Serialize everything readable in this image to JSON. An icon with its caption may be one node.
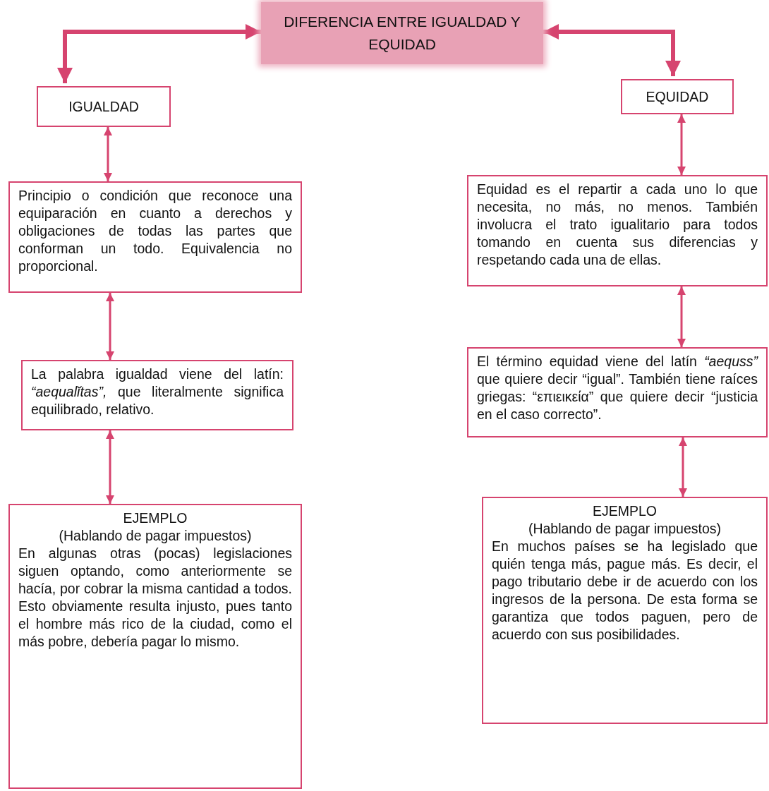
{
  "diagram": {
    "nodes": [
      {
        "text": [
          "DIFERENCIA ENTRE IGUALDAD Y EQUIDAD"
        ]
      },
      {
        "text": [
          "IGUALDAD"
        ]
      },
      {
        "text": [
          "Principio o condición que reconoce una equiparación en cuanto a derechos y obligaciones de todas las partes que conforman un todo. Equivalencia no proporcional."
        ]
      },
      {
        "text": [
          "La palabra igualdad viene del latín: *“aequalĭtas”,* que literalmente significa equilibrado, relativo."
        ]
      },
      {
        "text": [
          "EJEMPLO",
          "(Hablando de pagar impuestos)",
          "En algunas otras (pocas) legislaciones siguen optando, como anteriormente se hacía, por cobrar la misma cantidad a todos. Esto obviamente resulta injusto, pues tanto el hombre más rico de la ciudad, como el más pobre, debería pagar lo mismo."
        ]
      },
      {
        "text": [
          "EQUIDAD"
        ]
      },
      {
        "text": [
          "Equidad es el repartir a cada uno lo que necesita, no más, no menos. También involucra el trato igualitario para todos tomando en cuenta sus diferencias y respetando cada una de ellas."
        ]
      },
      {
        "text": [
          "El término equidad viene del latín *“aequss”* que quiere decir “igual”. También tiene raíces griegas: “επιεικεία” que quiere decir “justicia en el caso correcto”."
        ]
      },
      {
        "text": [
          "EJEMPLO",
          "(Hablando de pagar impuestos)",
          "En muchos países se ha legislado que quién tenga más, pague más. Es decir, el pago tributario debe ir de acuerdo con los ingresos de la persona. De esta forma se garantiza que todos paguen, pero de acuerdo con sus posibilidades."
        ]
      }
    ],
    "edges": [
      {
        "from": 0,
        "to": 1,
        "arrow": "both",
        "style": "thick"
      },
      {
        "from": 0,
        "to": 5,
        "arrow": "both",
        "style": "thick"
      },
      {
        "from": 1,
        "to": 2,
        "arrow": "both"
      },
      {
        "from": 2,
        "to": 3,
        "arrow": "both"
      },
      {
        "from": 3,
        "to": 4,
        "arrow": "both"
      },
      {
        "from": 5,
        "to": 6,
        "arrow": "both"
      },
      {
        "from": 6,
        "to": 7,
        "arrow": "both"
      },
      {
        "from": 7,
        "to": 8,
        "arrow": "both"
      }
    ]
  }
}
